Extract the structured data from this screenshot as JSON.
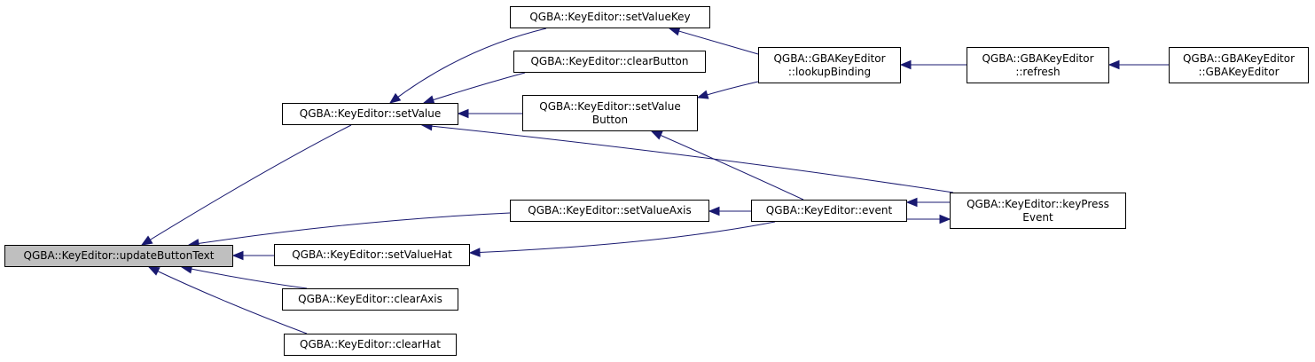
{
  "colors": {
    "edge": "#191970",
    "node_border": "#000000",
    "node_fill": "#ffffff",
    "focus_fill": "#bfbfbf"
  },
  "nodes": {
    "updateButtonText": "QGBA::KeyEditor::updateButtonText",
    "setValue": "QGBA::KeyEditor::setValue",
    "setValueAxis": "QGBA::KeyEditor::setValueAxis",
    "setValueHat": "QGBA::KeyEditor::setValueHat",
    "clearAxis": "QGBA::KeyEditor::clearAxis",
    "clearHat": "QGBA::KeyEditor::clearHat",
    "setValueKey": "QGBA::KeyEditor::setValueKey",
    "clearButton": "QGBA::KeyEditor::clearButton",
    "setValueButton": "QGBA::KeyEditor::setValue\nButton",
    "event": "QGBA::KeyEditor::event",
    "keyPressEvent": "QGBA::KeyEditor::keyPress\nEvent",
    "lookupBinding": "QGBA::GBAKeyEditor\n::lookupBinding",
    "refresh": "QGBA::GBAKeyEditor\n::refresh",
    "GBAKeyEditor": "QGBA::GBAKeyEditor\n::GBAKeyEditor"
  },
  "edges": [
    [
      "setValue",
      "updateButtonText"
    ],
    [
      "setValueAxis",
      "updateButtonText"
    ],
    [
      "setValueHat",
      "updateButtonText"
    ],
    [
      "clearAxis",
      "updateButtonText"
    ],
    [
      "clearHat",
      "updateButtonText"
    ],
    [
      "setValueKey",
      "setValue"
    ],
    [
      "clearButton",
      "setValue"
    ],
    [
      "setValueButton",
      "setValue"
    ],
    [
      "keyPressEvent",
      "setValue"
    ],
    [
      "event",
      "setValueAxis"
    ],
    [
      "event",
      "setValueHat"
    ],
    [
      "lookupBinding",
      "setValueKey"
    ],
    [
      "lookupBinding",
      "setValueButton"
    ],
    [
      "event",
      "setValueButton"
    ],
    [
      "keyPressEvent",
      "event"
    ],
    [
      "event",
      "keyPressEvent"
    ],
    [
      "refresh",
      "lookupBinding"
    ],
    [
      "GBAKeyEditor",
      "refresh"
    ]
  ]
}
